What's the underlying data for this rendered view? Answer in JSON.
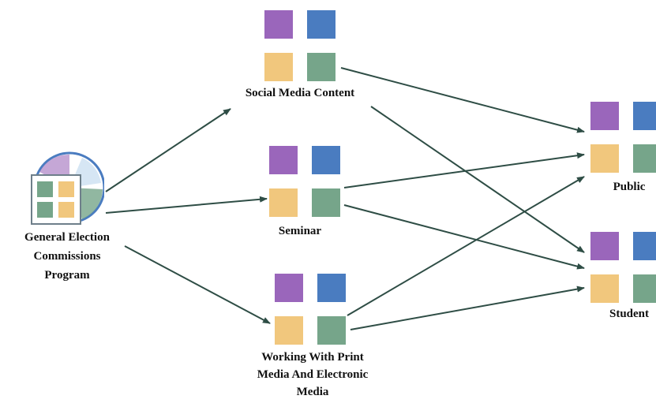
{
  "colors": {
    "purple": "#9a66bb",
    "blue": "#4a7cc0",
    "yellow": "#f1c77d",
    "green": "#76a58a",
    "arrow": "#2e4d45"
  },
  "nodes": {
    "source": {
      "label": "General Election\nCommissions\nProgram",
      "icon": "program-icon"
    },
    "social_media": {
      "label": "Social Media Content"
    },
    "seminar": {
      "label": "Seminar"
    },
    "print_media": {
      "label": "Working With Print\nMedia And Electronic\nMedia"
    },
    "public": {
      "label": "Public"
    },
    "student": {
      "label": "Student"
    }
  },
  "edges": [
    {
      "from": "source",
      "to": "social_media"
    },
    {
      "from": "source",
      "to": "seminar"
    },
    {
      "from": "source",
      "to": "print_media"
    },
    {
      "from": "social_media",
      "to": "public"
    },
    {
      "from": "social_media",
      "to": "student"
    },
    {
      "from": "seminar",
      "to": "public"
    },
    {
      "from": "seminar",
      "to": "student"
    },
    {
      "from": "print_media",
      "to": "public"
    },
    {
      "from": "print_media",
      "to": "student"
    }
  ]
}
